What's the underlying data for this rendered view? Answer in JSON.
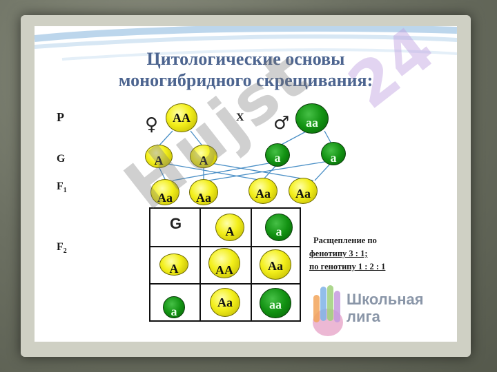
{
  "title_line1": "Цитологические основы",
  "title_line2": "моногибридного скрещивания:",
  "labels": {
    "p": "P",
    "g": "G",
    "f1": "F",
    "f1_sub": "1",
    "f2": "F",
    "f2_sub": "2"
  },
  "cross_symbol": "X",
  "female_symbol": "♀",
  "male_symbol": "♂",
  "parents": {
    "female": "AA",
    "male": "aa"
  },
  "gametes": [
    "A",
    "A",
    "a",
    "a"
  ],
  "f1": [
    "Aa",
    "Aa",
    "Aa",
    "Aa"
  ],
  "punnett": {
    "corner": "G",
    "col_headers": [
      "A",
      "a"
    ],
    "row_headers": [
      "A",
      "a"
    ],
    "cells": [
      [
        "AA",
        "Aa"
      ],
      [
        "Aa",
        "aa"
      ]
    ]
  },
  "result": {
    "line1": "Расщепление   по",
    "line2": "фенотипу  3 : 1;",
    "line3": "по генотипу  1 : 2 : 1"
  },
  "watermark": "Hujst",
  "watermark2": "24",
  "logo": {
    "line1": "Школьная",
    "line2": "лига"
  },
  "colors": {
    "dominant": "#f3ef1a",
    "recessive": "#129212",
    "title": "#4d6590"
  }
}
